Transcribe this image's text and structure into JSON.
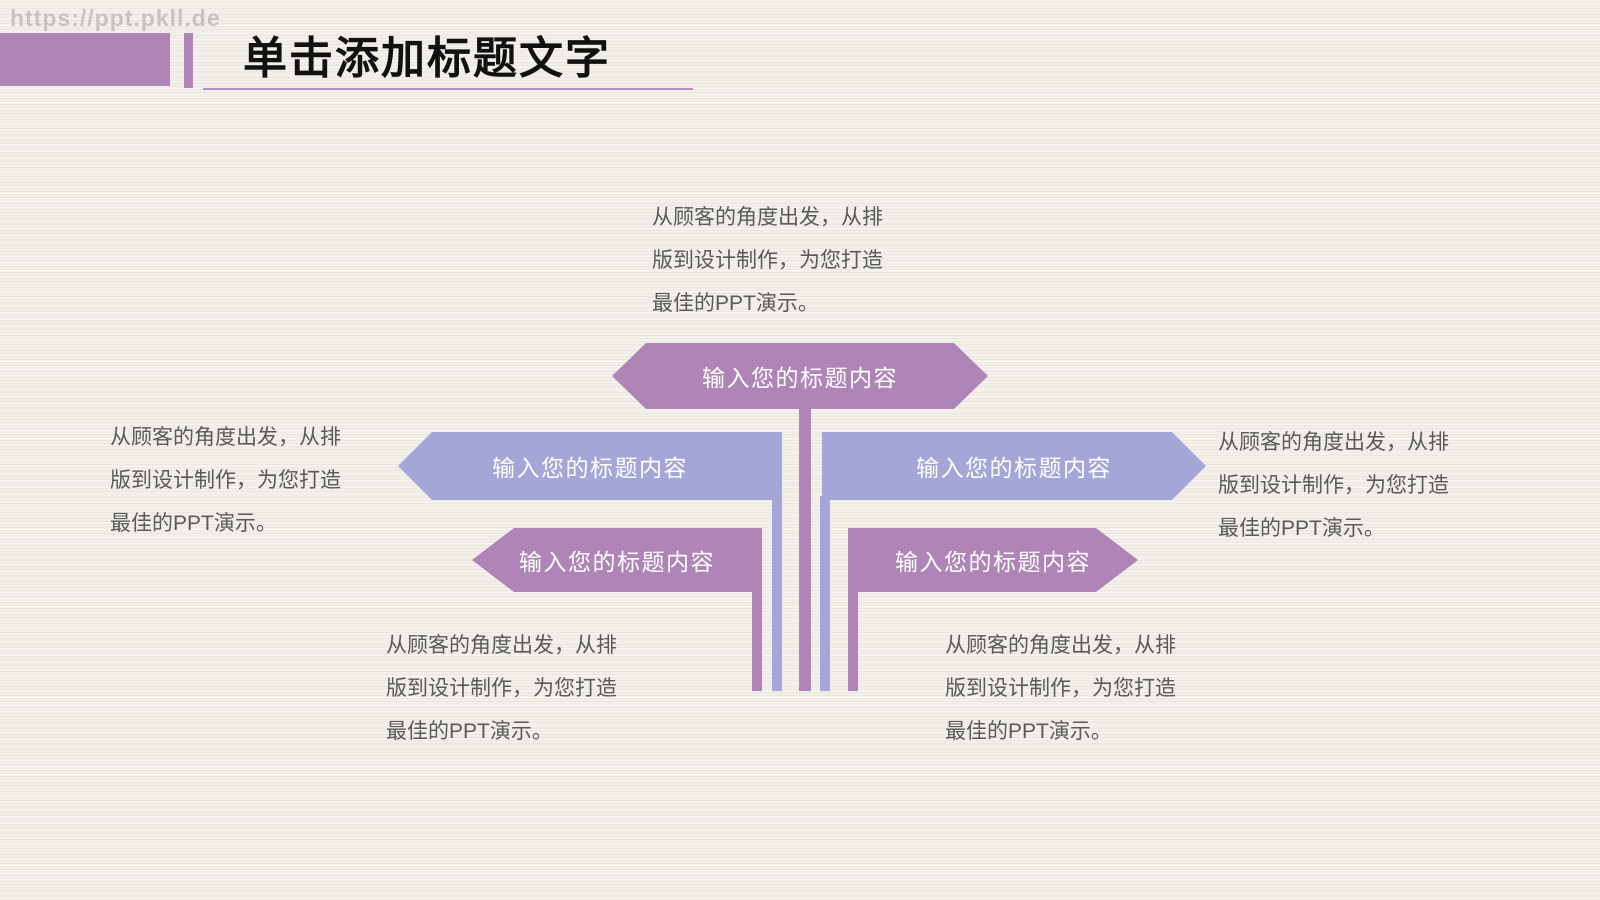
{
  "watermark": "https://ppt.pkll.de",
  "header": {
    "title": "单击添加标题文字"
  },
  "diagram": {
    "nodes": [
      {
        "id": "top",
        "label": "输入您的标题内容"
      },
      {
        "id": "mid-left",
        "label": "输入您的标题内容"
      },
      {
        "id": "mid-right",
        "label": "输入您的标题内容"
      },
      {
        "id": "low-left",
        "label": "输入您的标题内容"
      },
      {
        "id": "low-right",
        "label": "输入您的标题内容"
      }
    ],
    "description_text": "从顾客的角度出发，从排版到设计制作，为您打造最佳的PPT演示。",
    "description_lines": [
      "从顾客的角度出发，从排",
      "版到设计制作，为您打造",
      "最佳的PPT演示。"
    ]
  },
  "colors": {
    "purple": "#af85b8",
    "periwinkle": "#a3a6d6",
    "underline": "#b48fc2",
    "text": "#5a5a5a",
    "watermark": "#c6c4c2",
    "title": "#111111",
    "background": "#f2efe9"
  }
}
